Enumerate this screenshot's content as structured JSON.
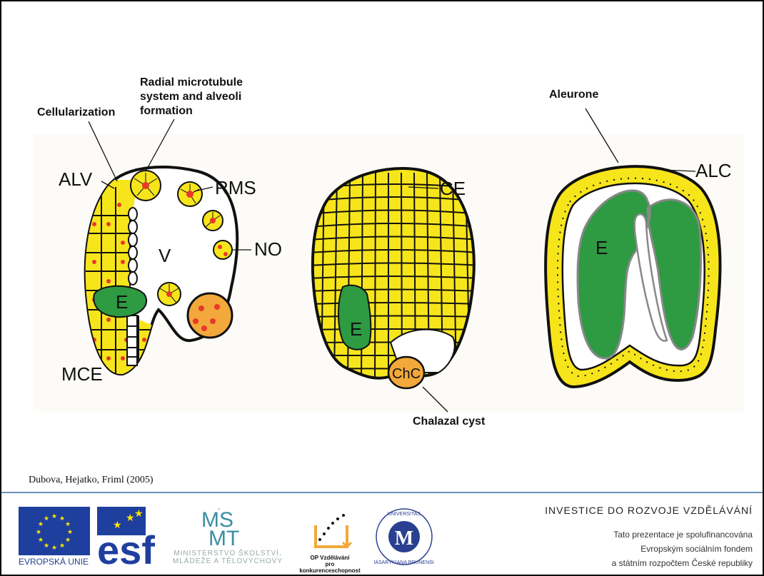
{
  "labels": {
    "cellularization": "Cellularization",
    "radial_line1": "Radial microtubule",
    "radial_line2": "system and alveoli",
    "radial_line3": "formation",
    "alv": "ALV",
    "rms": "RMS",
    "v": "V",
    "no": "NO",
    "e1": "E",
    "mce": "MCE",
    "ce": "CE",
    "e2": "E",
    "chc": "ChC",
    "chalazal_cyst": "Chalazal cyst",
    "aleurone": "Aleurone",
    "alc": "ALC",
    "e3": "E"
  },
  "citation": "Dubova, Hejatko, Friml (2005)",
  "footer": {
    "invest": "INVESTICE DO ROZVOJE VZDĚLÁVÁNÍ",
    "cofin_line1": "Tato prezentace je spolufinancována",
    "cofin_line2": "Evropským sociálním fondem",
    "cofin_line3": "a státním rozpočtem České republiky",
    "eu_label": "EVROPSKÁ UNIE",
    "esf_label": "esf",
    "msmt_line1": "MINISTERSTVO ŠKOLSTVÍ,",
    "msmt_line2": "MLÁDEŽE A TĚLOVÝCHOVY",
    "op_line1": "OP Vzdělávání",
    "op_line2": "pro konkurenceschopnost",
    "muni_ring": "UNIVERSITAS MASARYKIANA BRUNENSIS",
    "muni_mark": "M"
  },
  "colors": {
    "yellow": "#f7e51c",
    "orange": "#f2a83a",
    "green": "#2e9a42",
    "red": "#e8392a",
    "outline": "#111111"
  }
}
